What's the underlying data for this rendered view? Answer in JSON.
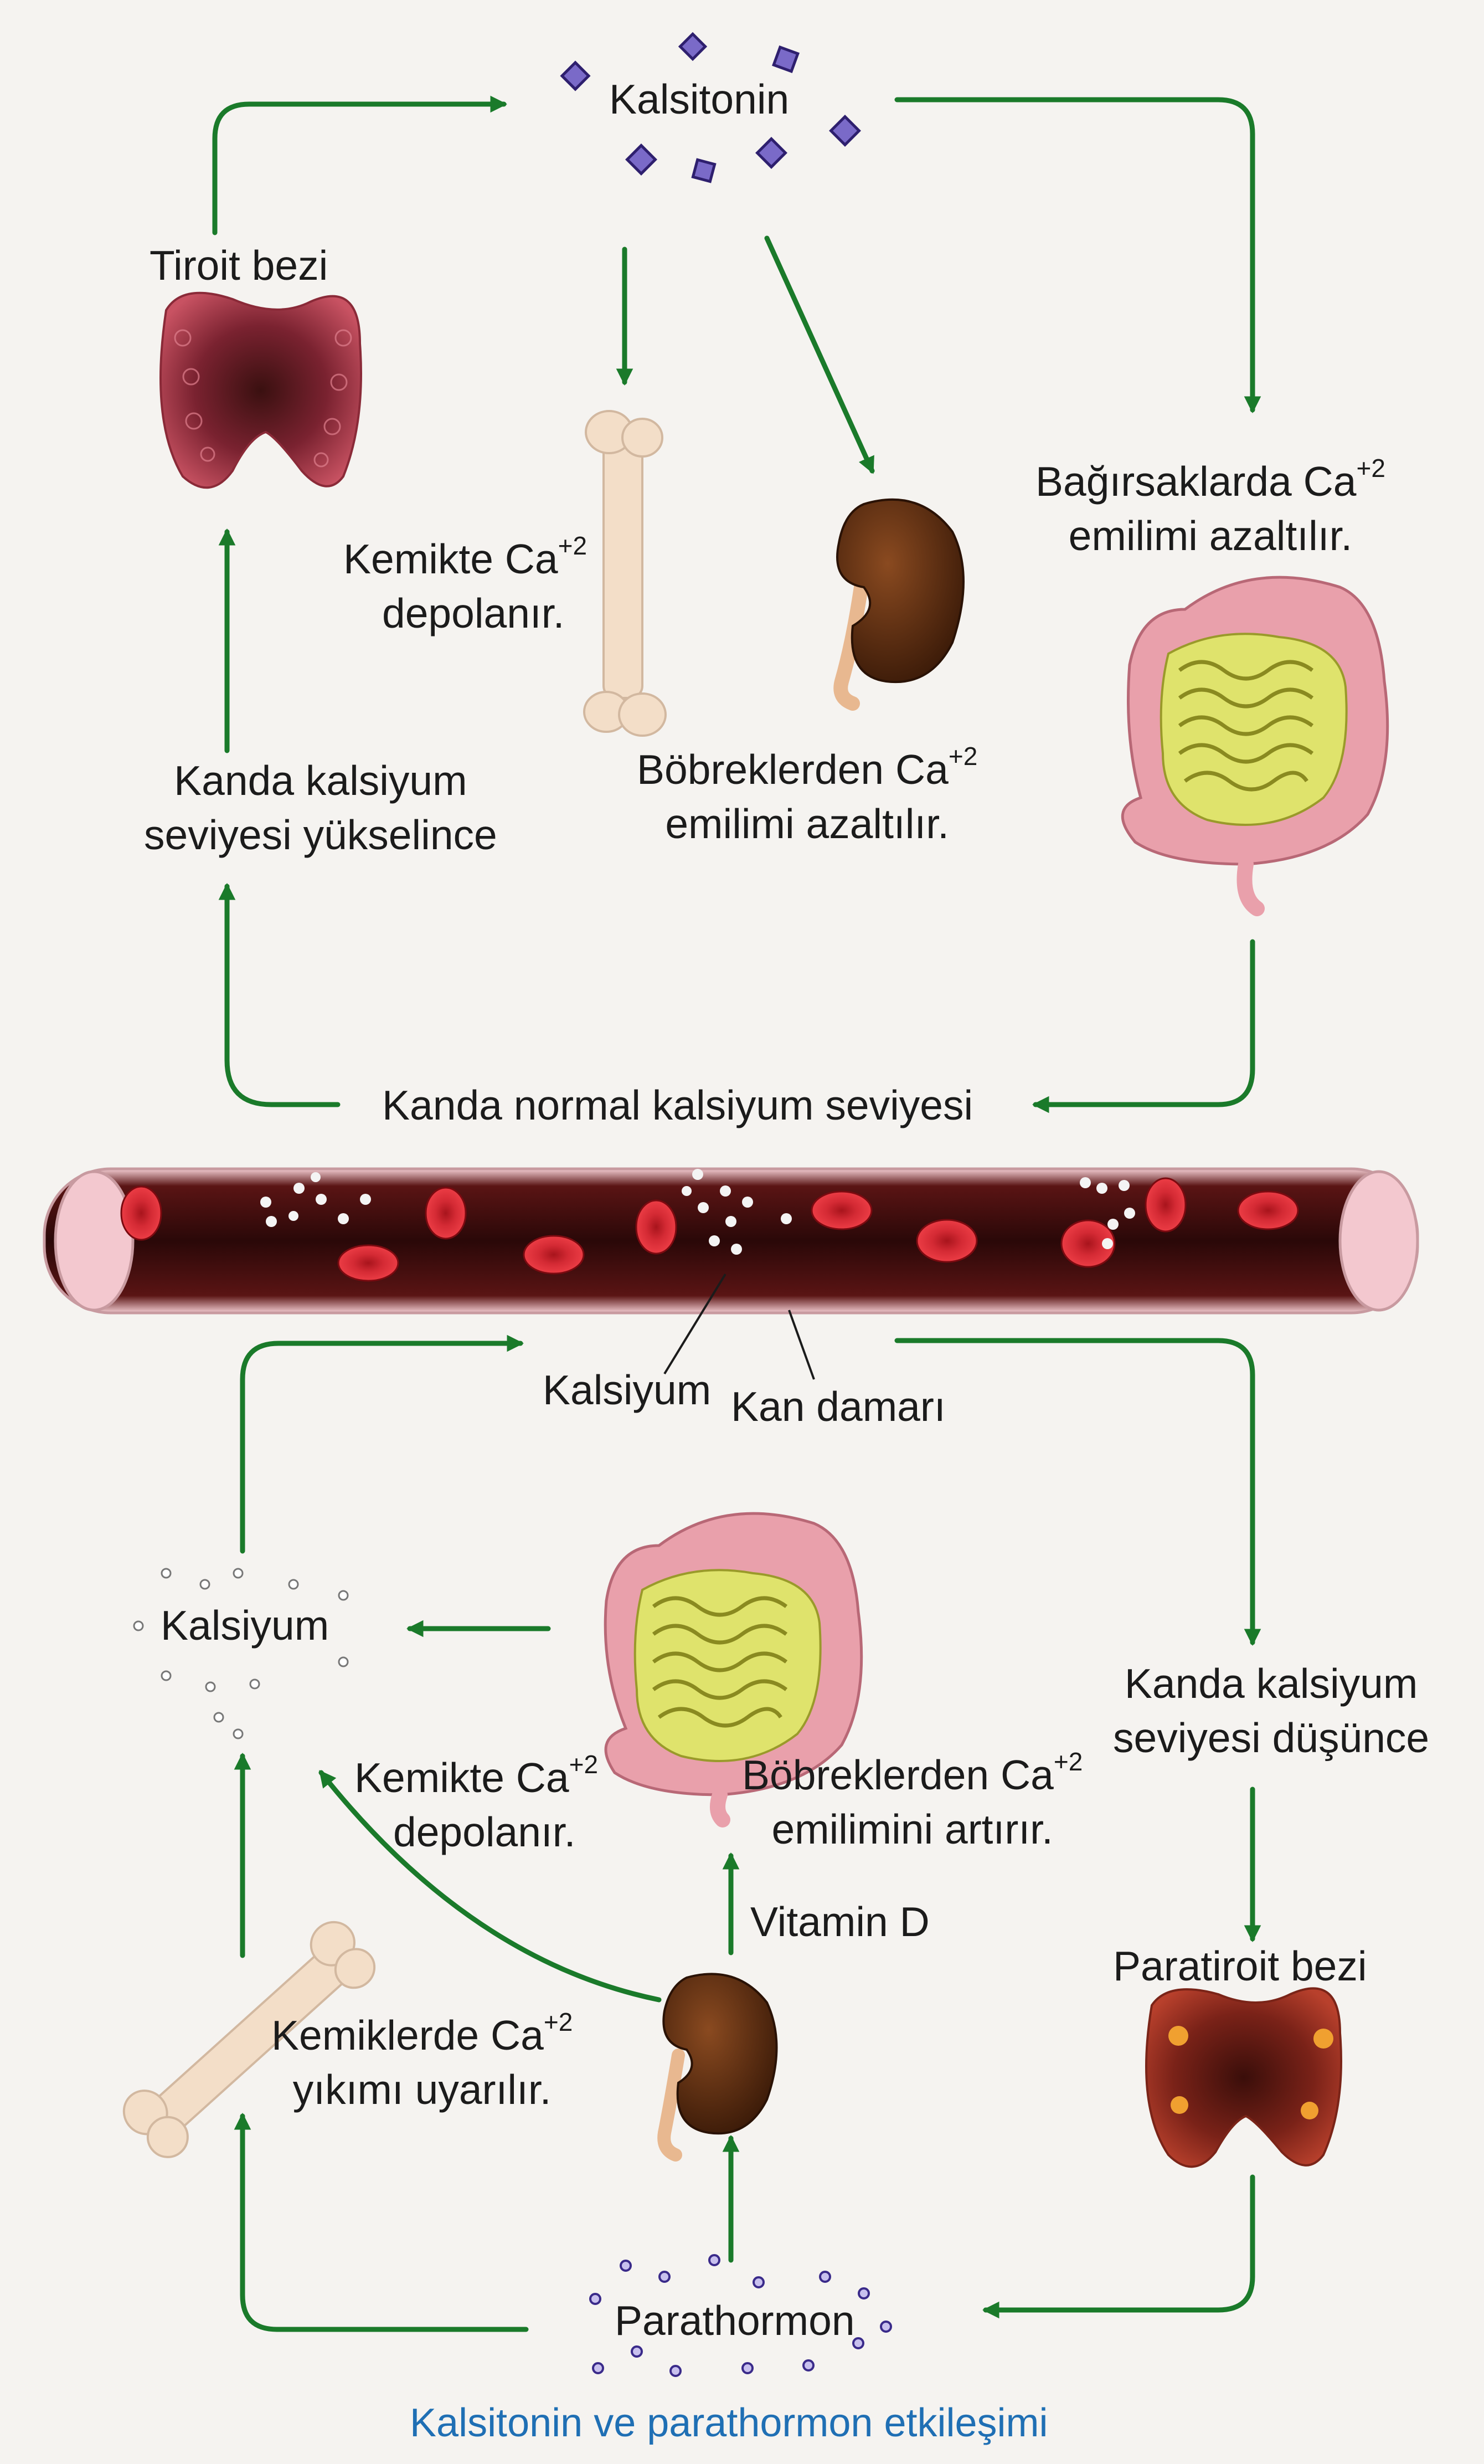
{
  "labels": {
    "kalsitonin": "Kalsitonin",
    "tiroit": "Tiroit bezi",
    "kemikte_1": "Kemikte Ca",
    "depolanir_1": "depolanır.",
    "bagirsak_1": "Bağırsaklarda Ca",
    "bagirsak_2": "emilimi azaltılır.",
    "bobrek_top_1": "Böbreklerden Ca",
    "bobrek_top_2": "emilimi azaltılır.",
    "kanda_yuksel_1": "Kanda kalsiyum",
    "kanda_yuksel_2": "seviyesi yükselince",
    "normal": "Kanda normal kalsiyum seviyesi",
    "kalsiyum_vessel": "Kalsiyum",
    "kan_damari": "Kan damarı",
    "kalsiyum_left": "Kalsiyum",
    "kemikte_2": "Kemikte Ca",
    "depolanir_2": "depolanır.",
    "bobrek_bot_1": "Böbreklerden Ca",
    "bobrek_bot_2": "emilimini artırır.",
    "kanda_dusun_1": "Kanda kalsiyum",
    "kanda_dusun_2": "seviyesi düşünce",
    "vitamin_d": "Vitamin D",
    "paratiroit": "Paratiroit bezi",
    "kemiklerde_1": "Kemiklerde Ca",
    "kemiklerde_2": "yıkımı uyarılır.",
    "parathormon": "Parathormon",
    "caption": "Kalsitonin ve parathormon etkileşimi",
    "charge": "+2"
  },
  "colors": {
    "arrow": "#1a7a2a",
    "caption": "#1f6fb4",
    "vessel": "#3a0c0c",
    "blood_cell": "#c8202a",
    "thyroid": "#a83a48",
    "kidney": "#5a2c12",
    "bone": "#f2dcc4",
    "intestine": "#d98a96",
    "small_intestine": "#d8de6a",
    "hormone_particle": "#5a3a9a"
  },
  "icons": [
    "thyroid-icon",
    "bone-icon",
    "kidney-icon",
    "intestine-icon",
    "blood-vessel-icon",
    "parathyroid-icon",
    "calcitonin-particle-icon",
    "parathormone-particle-icon"
  ]
}
